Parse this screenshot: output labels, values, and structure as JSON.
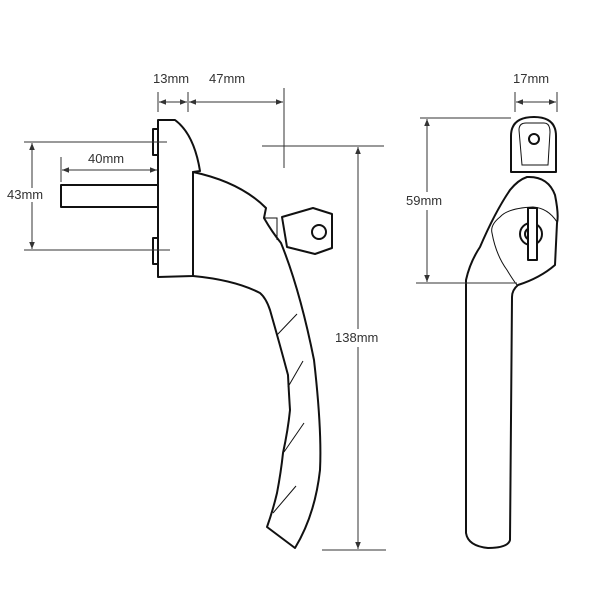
{
  "title": "Window handle dimension drawing",
  "side_view": {
    "dimensions": {
      "base_depth": "13mm",
      "handle_offset": "47mm",
      "spindle_length": "40mm",
      "fixing_centres": "43mm",
      "handle_length": "138mm"
    }
  },
  "front_view": {
    "dimensions": {
      "width": "17mm",
      "base_to_grip": "59mm"
    }
  },
  "colors": {
    "line": "#111111",
    "dimension": "#333333",
    "background": "#ffffff"
  }
}
